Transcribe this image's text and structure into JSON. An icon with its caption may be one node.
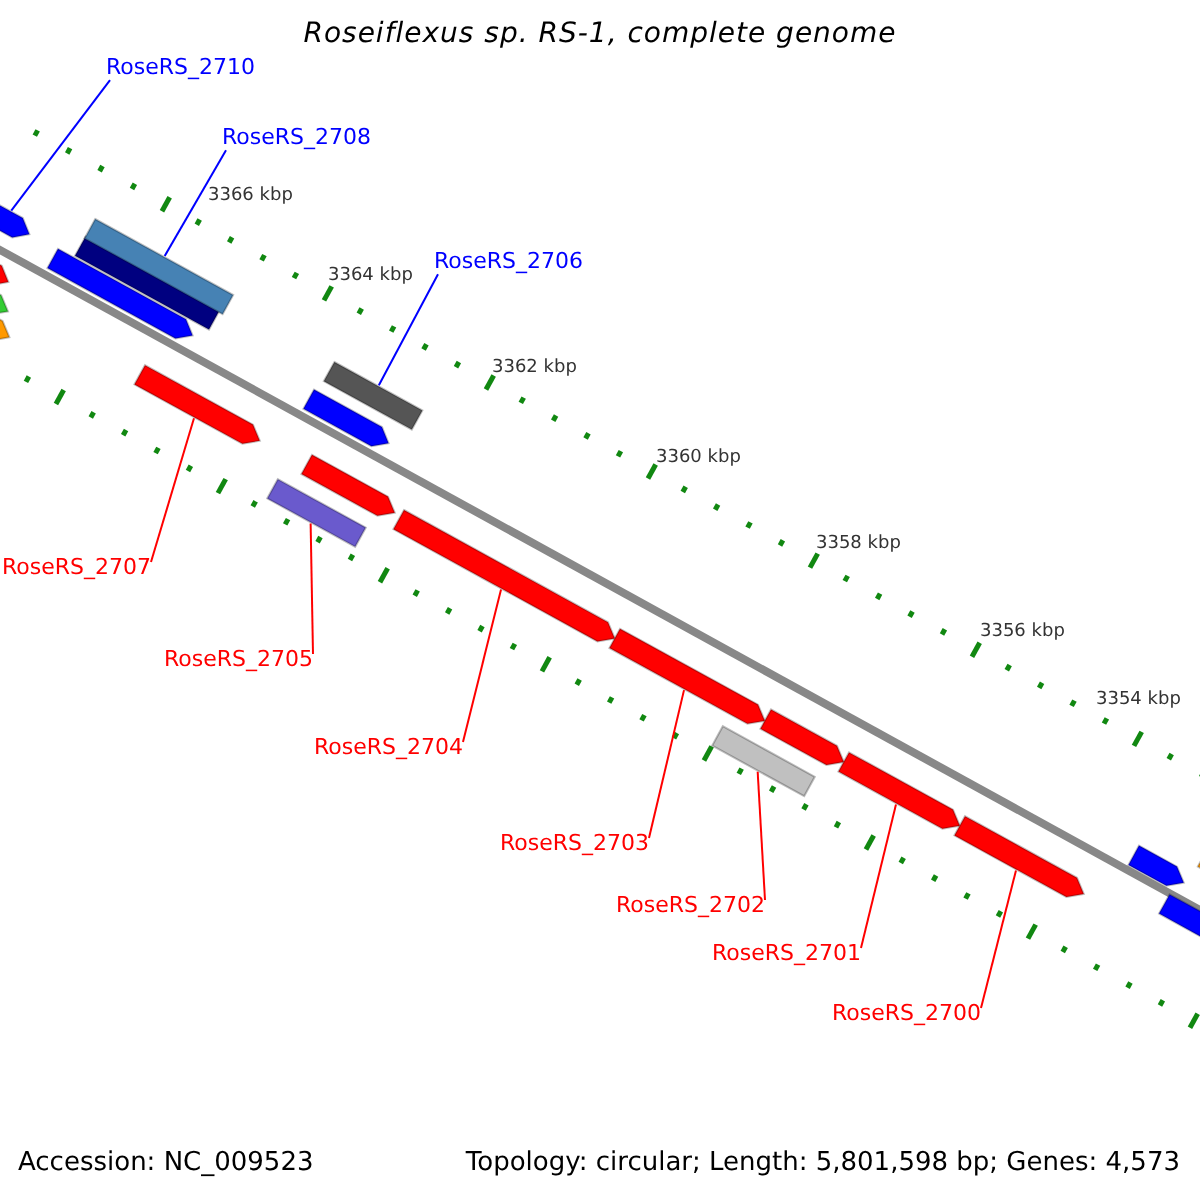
{
  "diagram": {
    "title": "Roseiflexus sp. RS-1, complete genome",
    "nodes": [
      {
        "text": [
          "RoseRS_2710"
        ]
      },
      {
        "text": [
          "RoseRS_2708"
        ]
      },
      {
        "text": [
          "RoseRS_2706"
        ]
      },
      {
        "text": [
          "RoseRS_2707"
        ]
      },
      {
        "text": [
          "RoseRS_2705"
        ]
      },
      {
        "text": [
          "RoseRS_2704"
        ]
      },
      {
        "text": [
          "RoseRS_2703"
        ]
      },
      {
        "text": [
          "RoseRS_2702"
        ]
      },
      {
        "text": [
          "RoseRS_2701"
        ]
      },
      {
        "text": [
          "RoseRS_2700"
        ]
      },
      {
        "text": [],
        "shape": "bar"
      },
      {
        "text": [],
        "shape": "bar"
      },
      {
        "text": [],
        "shape": "bar"
      },
      {
        "text": [],
        "shape": "bar"
      },
      {
        "text": [],
        "shape": "bar"
      },
      {
        "text": [],
        "shape": "bar"
      },
      {
        "text": [],
        "shape": "bar"
      },
      {
        "text": [],
        "shape": "bar"
      },
      {
        "text": [],
        "shape": "bar"
      },
      {
        "text": [],
        "shape": "bar"
      },
      {
        "text": [],
        "shape": "bar"
      },
      {
        "text": [],
        "shape": "bar"
      },
      {
        "text": [],
        "shape": "bar"
      },
      {
        "text": [],
        "shape": "bar"
      },
      {
        "text": [],
        "shape": "bar"
      },
      {
        "text": [],
        "shape": "bar"
      },
      {
        "text": [],
        "shape": "bar"
      },
      {
        "text": [],
        "shape": "bar"
      },
      {
        "text": [],
        "shape": "bar"
      },
      {
        "text": [],
        "shape": "bar"
      },
      {
        "text": [],
        "shape": "bar"
      }
    ],
    "edges": [
      {
        "from": 0,
        "to": 10,
        "arrow": "none",
        "color": "#0000ff"
      },
      {
        "from": 1,
        "to": 16,
        "arrow": "none",
        "color": "#0000ff"
      },
      {
        "from": 2,
        "to": 19,
        "arrow": "none",
        "color": "#0000ff"
      },
      {
        "from": 3,
        "to": 17,
        "arrow": "none"
      },
      {
        "from": 4,
        "to": 20,
        "arrow": "none"
      },
      {
        "from": 5,
        "to": 22,
        "arrow": "none"
      },
      {
        "from": 6,
        "to": 23,
        "arrow": "none"
      },
      {
        "from": 7,
        "to": 24,
        "arrow": "none"
      },
      {
        "from": 8,
        "to": 26,
        "arrow": "none"
      },
      {
        "from": 9,
        "to": 27,
        "arrow": "none"
      }
    ],
    "labels": [
      "3366 kbp",
      "3364 kbp",
      "3362 kbp",
      "3360 kbp",
      "3358 kbp",
      "3356 kbp",
      "3354 kbp",
      "Accession: NC_009523",
      "Topology: circular; Length: 5,801,598 bp; Genes: 4,573"
    ]
  }
}
